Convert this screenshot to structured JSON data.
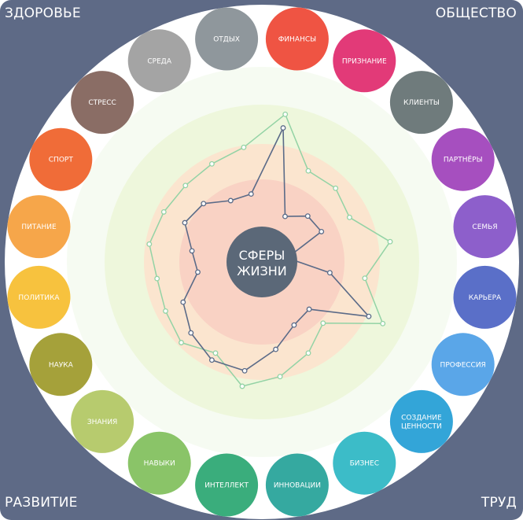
{
  "corners": {
    "top_left": "ЗДОРОВЬЕ",
    "top_right": "ОБЩЕСТВО",
    "bottom_left": "РАЗВИТИЕ",
    "bottom_right": "ТРУД"
  },
  "center": {
    "line1": "СФЕРЫ",
    "line2": "ЖИЗНИ"
  },
  "colors": {
    "frame": "#5e6a86",
    "ring": "#ffffff",
    "center": "#5b6878",
    "outer_line": "#93d3a5",
    "inner_line": "#5b6b88"
  },
  "spheres": [
    {
      "lines": [
        "ФИНАНСЫ"
      ],
      "color": "#ef5443",
      "outer": 7.6,
      "inner": 6.9
    },
    {
      "lines": [
        "ПРИЗНАНИЕ"
      ],
      "color": "#e23a78",
      "outer": 5.2,
      "inner": 2.6
    },
    {
      "lines": [
        "КЛИЕНТЫ"
      ],
      "color": "#6f7b7c",
      "outer": 5.3,
      "inner": 3.3
    },
    {
      "lines": [
        "ПАРТНЁРЫ"
      ],
      "color": "#a64fbf",
      "outer": 5.0,
      "inner": 3.4
    },
    {
      "lines": [
        "СЕМЬЯ"
      ],
      "color": "#8d5fcb",
      "outer": 6.6,
      "inner": 1.3
    },
    {
      "lines": [
        "КАРЬЕРА"
      ],
      "color": "#5a6fc8",
      "outer": 5.3,
      "inner": 3.5
    },
    {
      "lines": [
        "ПРОФЕССИЯ"
      ],
      "color": "#5aa6e8",
      "outer": 6.9,
      "inner": 6.1
    },
    {
      "lines": [
        "СОЗДАНИЕ",
        "ЦЕННОСТИ"
      ],
      "color": "#33a5d8",
      "outer": 4.4,
      "inner": 3.4
    },
    {
      "lines": [
        "БИЗНЕС"
      ],
      "color": "#3cbcc8",
      "outer": 5.2,
      "inner": 3.6
    },
    {
      "lines": [
        "ИННОВАЦИИ"
      ],
      "color": "#35a9a0",
      "outer": 5.9,
      "inner": 4.5
    },
    {
      "lines": [
        "ИНТЕЛЛЕКТ"
      ],
      "color": "#3aad7c",
      "outer": 6.4,
      "inner": 5.6
    },
    {
      "lines": [
        "НАВЫКИ"
      ],
      "color": "#8ac468",
      "outer": 5.2,
      "inner": 5.6
    },
    {
      "lines": [
        "ЗНАНИЯ"
      ],
      "color": "#b7cb6e",
      "outer": 5.8,
      "inner": 5.1
    },
    {
      "lines": [
        "НАУКА"
      ],
      "color": "#a5a13a",
      "outer": 5.5,
      "inner": 4.5
    },
    {
      "lines": [
        "ПОЛИТИКА"
      ],
      "color": "#f7c23e",
      "outer": 5.4,
      "inner": 3.3
    },
    {
      "lines": [
        "ПИТАНИЕ"
      ],
      "color": "#f6a64a",
      "outer": 5.8,
      "inner": 3.6
    },
    {
      "lines": [
        "СПОРТ"
      ],
      "color": "#f06c38",
      "outer": 5.6,
      "inner": 4.4
    },
    {
      "lines": [
        "СТРЕСС"
      ],
      "color": "#8a6d65",
      "outer": 5.5,
      "inner": 4.2
    },
    {
      "lines": [
        "СРЕДА"
      ],
      "color": "#a4a4a4",
      "outer": 5.6,
      "inner": 3.5
    },
    {
      "lines": [
        "ОТДЫХ"
      ],
      "color": "#8f979c",
      "outer": 5.9,
      "inner": 3.5
    }
  ]
}
